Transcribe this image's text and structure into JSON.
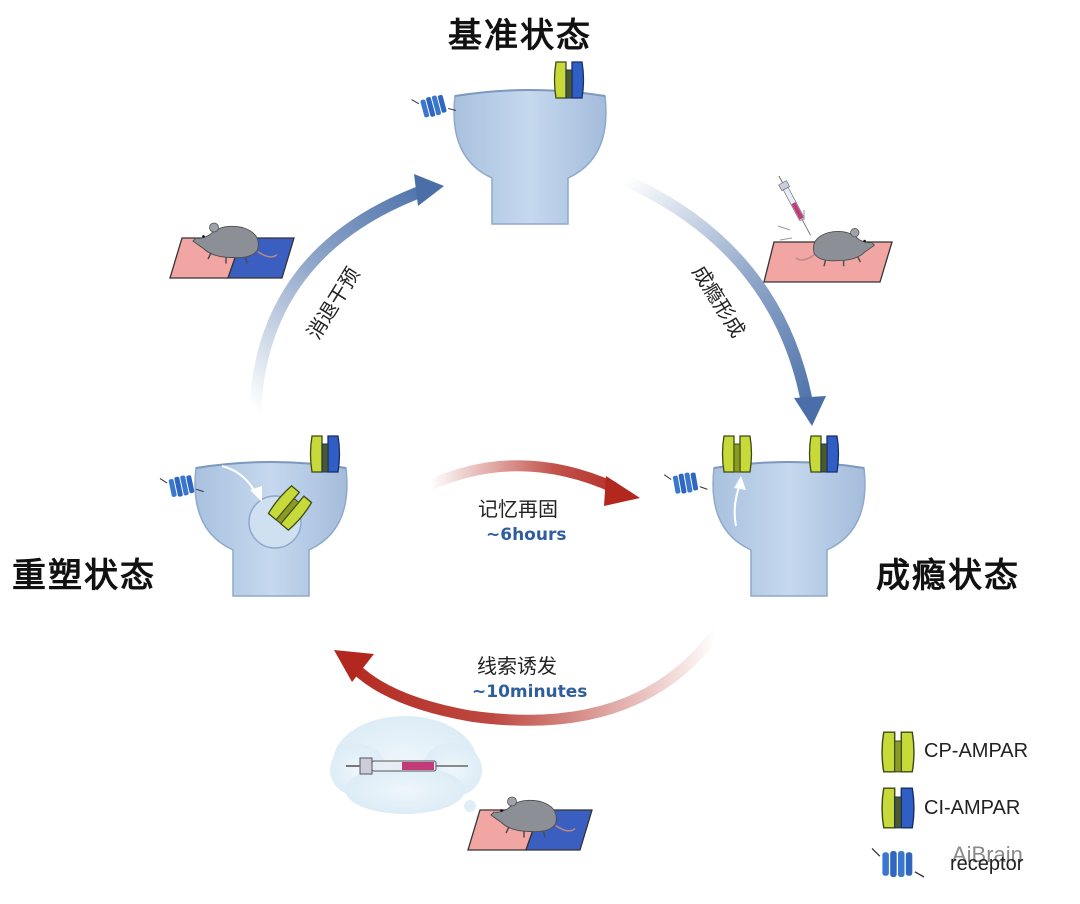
{
  "states": {
    "baseline": "基准状态",
    "addiction": "成瘾状态",
    "remodel": "重塑状态"
  },
  "arrows": {
    "addiction_formation": "成瘾形成",
    "extinction_intervention": "消退干预",
    "reconsolidation": {
      "label": "记忆再固",
      "duration": "~6hours"
    },
    "cue_induction": {
      "label": "线索诱发",
      "duration": "~10minutes"
    }
  },
  "legend": {
    "cp_ampar": "CP-AMPAR",
    "ci_ampar": "CI-AMPAR",
    "receptor": "receptor"
  },
  "watermark": "AiBrain",
  "colors": {
    "blue_arrow": "#4a6fa8",
    "red_arrow": "#b2281f",
    "spine": "#b7cde6",
    "cp_ampar": "#c8d93a",
    "ci_ampar": "#2f5fc4",
    "duration_text": "#2f5e9e"
  }
}
